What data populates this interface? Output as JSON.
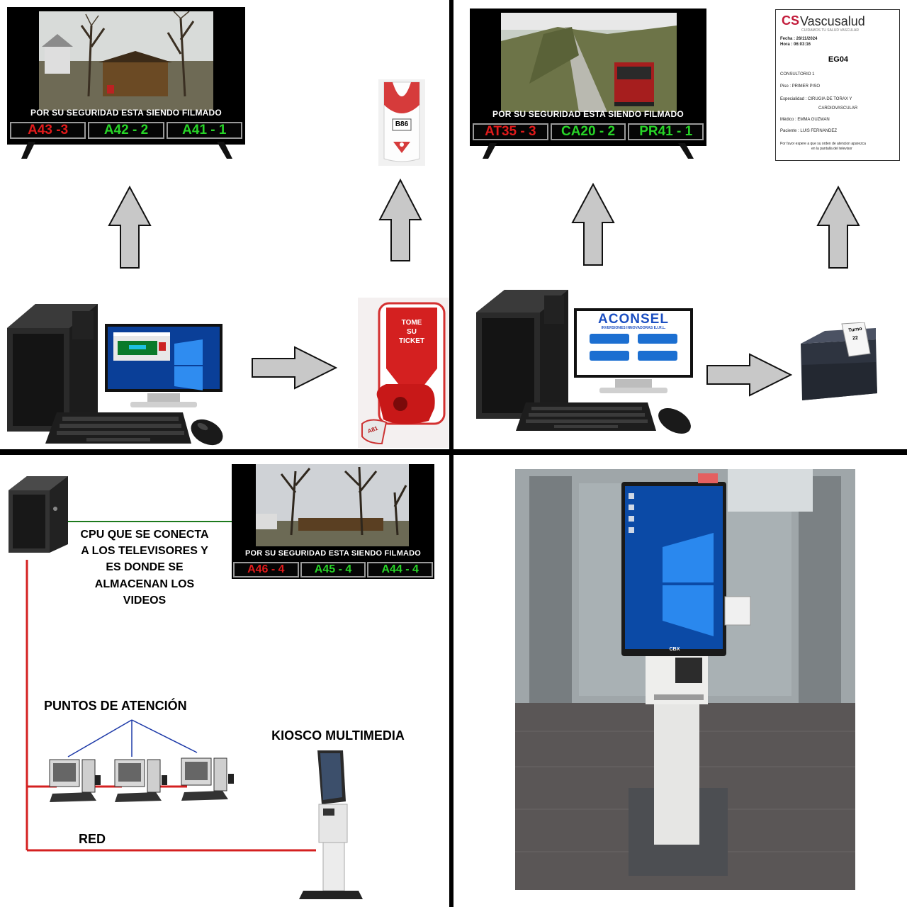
{
  "quadrant_top_left": {
    "tv": {
      "banner": "POR SU SEGURIDAD ESTA SIENDO FILMADO",
      "calls": [
        {
          "text": "A43 -3",
          "color": "#e11a1a"
        },
        {
          "text": "A42 - 2",
          "color": "#27d427"
        },
        {
          "text": "A41 - 1",
          "color": "#27d427"
        }
      ]
    },
    "paper_ticket_number": "B86",
    "dispenser": {
      "line1": "TOME",
      "line2": "SU",
      "line3": "TICKET",
      "roll_label": "A81"
    }
  },
  "quadrant_top_right": {
    "tv": {
      "banner": "POR SU SEGURIDAD ESTA SIENDO FILMADO",
      "calls": [
        {
          "text": "AT35 - 3",
          "color": "#e11a1a"
        },
        {
          "text": "CA20 - 2",
          "color": "#27d427"
        },
        {
          "text": "PR41 - 1",
          "color": "#27d427"
        }
      ]
    },
    "monitor_brand": "ACONSEL",
    "monitor_subtitle": "INVERSIONES INNOVADORAS E.I.R.L.",
    "ticket": {
      "brand_cs": "CS",
      "brand_name": "Vascusalud",
      "tagline": "CUIDAMOS TU SALUD VASCULAR",
      "fecha": "Fecha : 26/11/2024",
      "hora": "Hora : 06:03:16",
      "code": "EG04",
      "consultorio": "CONSULTORIO 1",
      "piso": "Piso : PRIMER PISO",
      "especialidad": "Especialidad : CIRUGIA DE TORAX Y",
      "especialidad2": "CARDIOVASCULAR",
      "medico": "Médico : EMMA GUZMAN",
      "paciente": "Paciente : LUIS FERNANDEZ",
      "footer1": "Por favor espere a que su orden de atencion aparezca",
      "footer2": "en la pantalla del televisor"
    },
    "printer_ticket": {
      "line1": "Turno",
      "line2": "22"
    }
  },
  "quadrant_bottom_left": {
    "cpu_label_lines": [
      "CPU QUE SE CONECTA",
      "A LOS TELEVISORES Y",
      "ES DONDE SE",
      "ALMACENAN LOS",
      "VIDEOS"
    ],
    "tv": {
      "banner": "POR SU SEGURIDAD ESTA SIENDO FILMADO",
      "calls": [
        {
          "text": "A46 - 4",
          "color": "#e11a1a"
        },
        {
          "text": "A45 - 4",
          "color": "#27d427"
        },
        {
          "text": "A44 - 4",
          "color": "#27d427"
        }
      ]
    },
    "puntos_label": "PUNTOS DE ATENCIÓN",
    "kiosco_label": "KIOSCO MULTIMEDIA",
    "red_label": "RED"
  },
  "quadrant_bottom_right": {
    "kiosk_brand": "CBX"
  },
  "colors": {
    "arrow_fill": "#c8c8c8",
    "network_red": "#d42020",
    "network_green": "#1d7a1d",
    "network_blue": "#1e3aa8"
  }
}
